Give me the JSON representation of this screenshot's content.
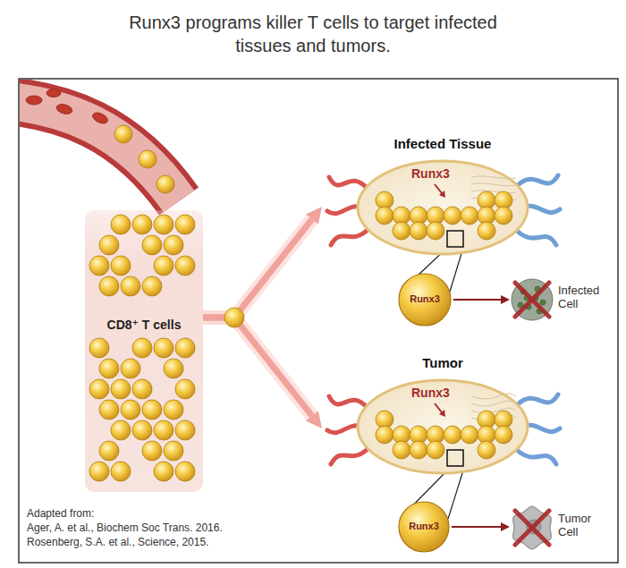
{
  "diagram": {
    "title": "Runx3 programs killer T cells to target infected tissues and tumors.",
    "nodes": [
      {
        "text": [
          "CD8⁺ T cells"
        ]
      },
      {
        "text": [
          "Infected Tissue",
          "Runx3"
        ]
      },
      {
        "text": [
          "Tumor",
          "Runx3"
        ]
      },
      {
        "text": [
          "Runx3"
        ]
      },
      {
        "text": [
          "Infected Cell"
        ]
      },
      {
        "text": [
          "Runx3"
        ]
      },
      {
        "text": [
          "Tumor Cell"
        ]
      }
    ],
    "edges": [
      {
        "from": 0,
        "to": 1,
        "arrow": "to"
      },
      {
        "from": 0,
        "to": 2,
        "arrow": "to"
      },
      {
        "from": 3,
        "to": 4,
        "arrow": "to"
      },
      {
        "from": 5,
        "to": 6,
        "arrow": "to"
      }
    ],
    "labels": [
      "Adapted from:",
      "Ager, A. et al., Biochem Soc Trans. 2016.",
      "Rosenberg, S.A. et al., Science, 2015."
    ]
  }
}
